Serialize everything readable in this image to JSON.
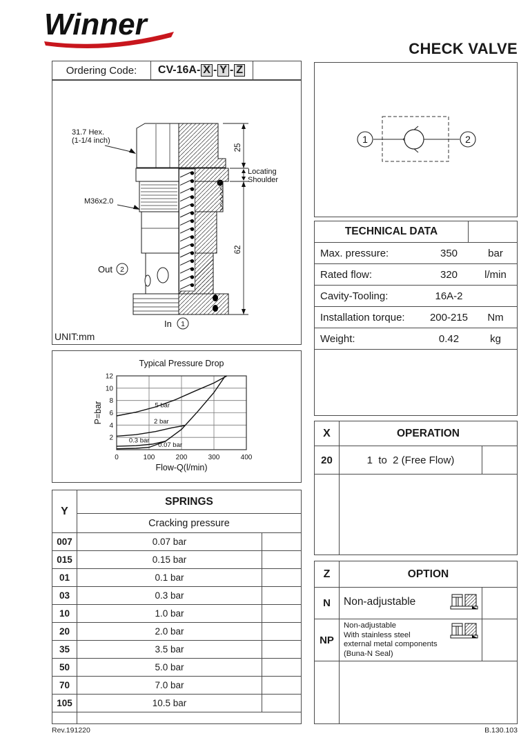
{
  "page": {
    "brand": "Winner",
    "title": "CHECK VALVE",
    "rev": "Rev.191220",
    "doc_number": "B.130.103",
    "unit_note": "UNIT:mm",
    "accent_color": "#c8161d"
  },
  "ordering": {
    "label": "Ordering Code:",
    "code_prefix": "CV-16A-",
    "x": "X",
    "y": "Y",
    "z": "Z"
  },
  "drawing": {
    "hex_label_1": "31.7 Hex.",
    "hex_label_2": "(1-1/4 inch)",
    "thread_label": "M36x2.0",
    "dim_top": "25",
    "dim_side": "62",
    "locating_1": "Locating",
    "locating_2": "Shoulder",
    "out_label": "Out",
    "out_port": "2",
    "in_label": "In",
    "in_port": "1"
  },
  "symbol": {
    "port1": "1",
    "port2": "2"
  },
  "technical": {
    "title": "TECHNICAL DATA",
    "rows": [
      {
        "label": "Max. pressure:",
        "value": "350",
        "unit": "bar"
      },
      {
        "label": "Rated flow:",
        "value": "320",
        "unit": "l/min"
      },
      {
        "label": "Cavity-Tooling:",
        "value": "16A-2",
        "unit": ""
      },
      {
        "label": "Installation torque:",
        "value": "200-215",
        "unit": "Nm"
      },
      {
        "label": "Weight:",
        "value": "0.42",
        "unit": "kg"
      }
    ]
  },
  "chart_data": {
    "type": "line",
    "title": "Typical Pressure Drop",
    "xlabel": "Flow-Q(l/min)",
    "ylabel": "P=bar",
    "xlim": [
      0,
      400
    ],
    "ylim": [
      0,
      12
    ],
    "xticks": [
      0,
      100,
      200,
      300,
      400
    ],
    "yticks": [
      2,
      4,
      6,
      8,
      10,
      12
    ],
    "grid": true,
    "legend_position": "inline-labels",
    "series": [
      {
        "name": "5 bar",
        "label_at": [
          118,
          6.9
        ],
        "points": [
          [
            0,
            5.5
          ],
          [
            60,
            6.1
          ],
          [
            120,
            6.95
          ],
          [
            180,
            8.1
          ],
          [
            240,
            9.5
          ],
          [
            300,
            10.85
          ],
          [
            340,
            12
          ]
        ]
      },
      {
        "name": "2 bar",
        "label_at": [
          115,
          4.25
        ],
        "points": [
          [
            0,
            2.2
          ],
          [
            60,
            2.45
          ],
          [
            120,
            2.95
          ],
          [
            170,
            3.55
          ],
          [
            212,
            3.95
          ]
        ]
      },
      {
        "name": "0.3 bar",
        "label_at": [
          38,
          1.2
        ],
        "points": [
          [
            0,
            0.55
          ],
          [
            60,
            0.65
          ],
          [
            110,
            0.9
          ],
          [
            152,
            1.4
          ]
        ]
      },
      {
        "name": "0.07 bar",
        "label_at": [
          128,
          0.45
        ],
        "points": [
          [
            0,
            0.15
          ],
          [
            60,
            0.22
          ],
          [
            100,
            0.38
          ],
          [
            150,
            1.35
          ],
          [
            200,
            3.3
          ],
          [
            250,
            6.2
          ],
          [
            300,
            9.3
          ],
          [
            335,
            12
          ]
        ]
      }
    ]
  },
  "springs": {
    "col": "Y",
    "title": "SPRINGS",
    "subtitle": "Cracking pressure",
    "rows": [
      {
        "code": "007",
        "pressure": "0.07 bar"
      },
      {
        "code": "015",
        "pressure": "0.15 bar"
      },
      {
        "code": "01",
        "pressure": "0.1 bar"
      },
      {
        "code": "03",
        "pressure": "0.3 bar"
      },
      {
        "code": "10",
        "pressure": "1.0 bar"
      },
      {
        "code": "20",
        "pressure": "2.0 bar"
      },
      {
        "code": "35",
        "pressure": "3.5 bar"
      },
      {
        "code": "50",
        "pressure": "5.0 bar"
      },
      {
        "code": "70",
        "pressure": "7.0 bar"
      },
      {
        "code": "105",
        "pressure": "10.5 bar"
      }
    ]
  },
  "operation": {
    "col": "X",
    "title": "OPERATION",
    "rows": [
      {
        "code": "20",
        "desc": "1  to  2 (Free Flow)"
      }
    ]
  },
  "option": {
    "col": "Z",
    "title": "OPTION",
    "rows": [
      {
        "code": "N",
        "line1": "Non-adjustable",
        "line2": "",
        "line3": "",
        "line4": ""
      },
      {
        "code": "NP",
        "line1": "Non-adjustable",
        "line2": "With stainless steel",
        "line3": "external metal components",
        "line4": "(Buna-N Seal)"
      }
    ]
  }
}
